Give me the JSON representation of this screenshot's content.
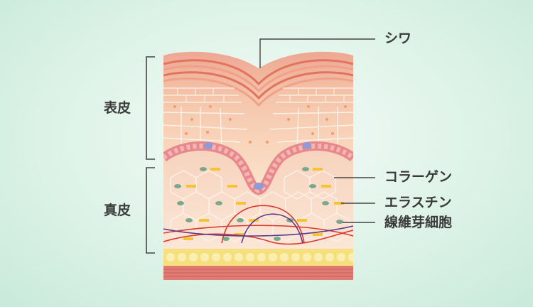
{
  "labels": {
    "wrinkle": "シワ",
    "epidermis": "表皮",
    "dermis": "真皮",
    "collagen": "コラーゲン",
    "elastin": "エラスチン",
    "fibroblast": "線維芽細胞"
  },
  "colors": {
    "background": "#d6f0e3",
    "epidermis_light": "#f6d7bd",
    "epidermis_top": "#e98a74",
    "basal_layer": "#e7888c",
    "dermis": "#f8e0ce",
    "collagen": "#f4c531",
    "elastin": "#d9392c",
    "fibroblast": "#7aa88d",
    "fat_layer": "#f6df7d",
    "muscle": "#e07b73",
    "leader_line": "#444444"
  }
}
